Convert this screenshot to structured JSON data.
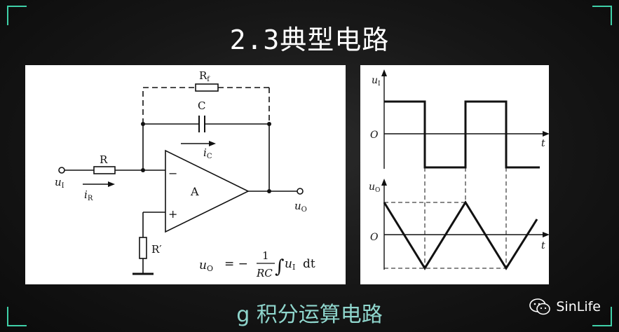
{
  "title": "2.3典型电路",
  "caption": "g 积分运算电路",
  "brand": {
    "name": "SinLife",
    "icon": "wechat-icon"
  },
  "circuit": {
    "feedback_resistor": "R",
    "feedback_resistor_sub": "f",
    "capacitor": "C",
    "current_c": "i",
    "current_c_sub": "C",
    "input_resistor": "R",
    "input_voltage": "u",
    "input_voltage_sub": "I",
    "current_r": "i",
    "current_r_sub": "R",
    "amp_label": "A",
    "minus": "−",
    "plus": "+",
    "output_voltage": "u",
    "output_voltage_sub": "O",
    "ground_resistor": "R′"
  },
  "formula": {
    "lhs": "u",
    "lhs_sub": "O",
    "eq": "= −",
    "num": "1",
    "den": "RC",
    "integrand": "u",
    "integrand_sub": "I",
    "dt": "dt"
  },
  "waveforms": {
    "top": {
      "ylabel": "u",
      "ylabel_sub": "I",
      "origin": "O",
      "xlabel": "t"
    },
    "bottom": {
      "ylabel": "u",
      "ylabel_sub": "O",
      "origin": "O",
      "xlabel": "t"
    }
  },
  "colors": {
    "accent": "#3fd0a8",
    "caption": "#8fd6cd"
  }
}
